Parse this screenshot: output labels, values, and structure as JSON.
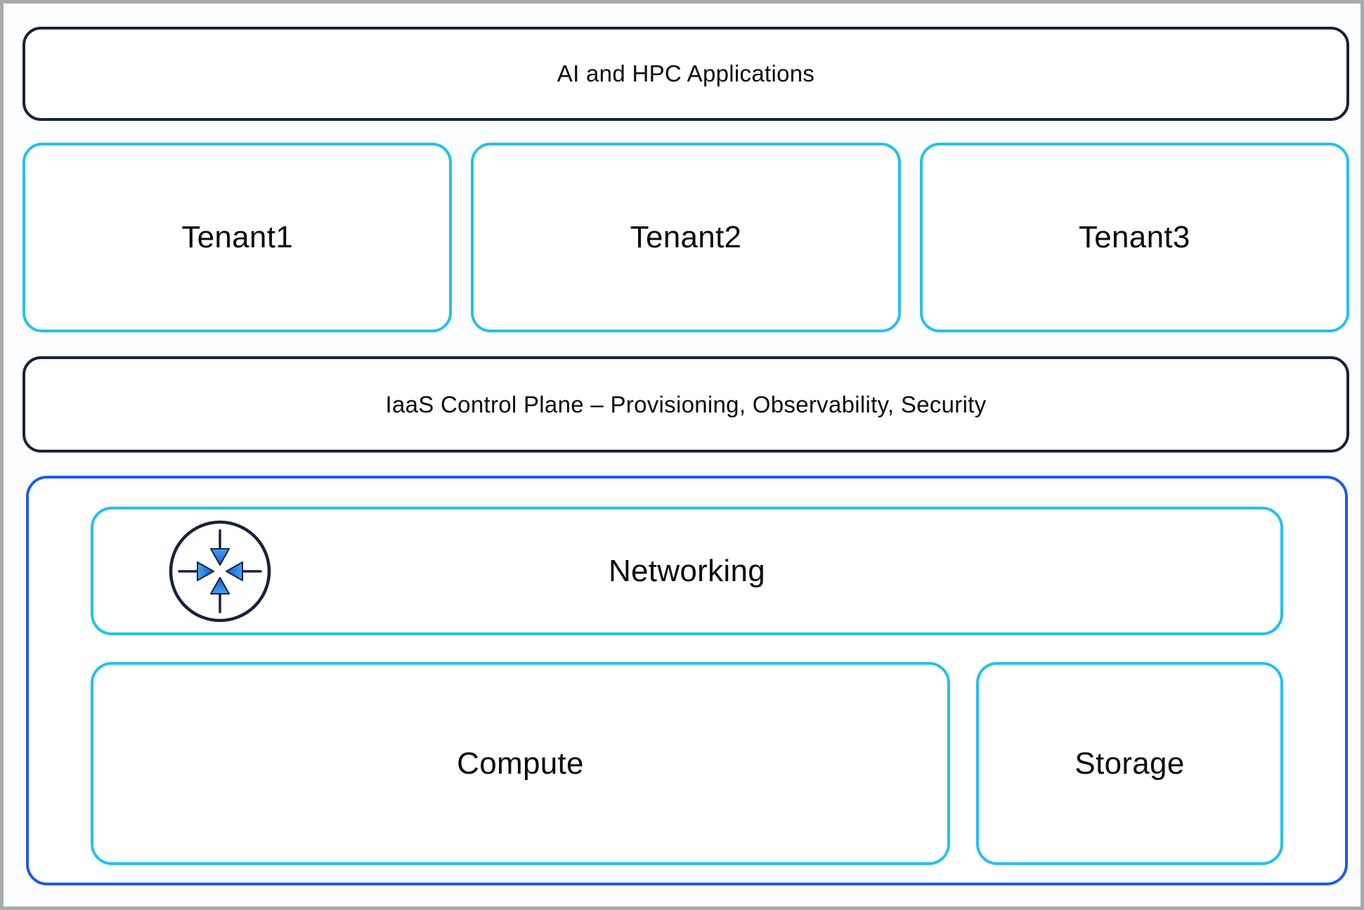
{
  "colors": {
    "frame": "#a7abae",
    "bg": "#fcfdfe",
    "navy": "#16233a",
    "cyan": "#27bff0",
    "blue": "#1e5be6",
    "text": "#0a0a0b",
    "arrow_light": "#47acf5",
    "arrow_dark": "#1851da"
  },
  "layers": {
    "applications": {
      "label": "AI and HPC Applications"
    },
    "tenants": [
      {
        "label": "Tenant1"
      },
      {
        "label": "Tenant2"
      },
      {
        "label": "Tenant3"
      }
    ],
    "control_plane": {
      "label": "IaaS Control Plane – Provisioning, Observability, Security"
    },
    "infrastructure": {
      "networking": {
        "label": "Networking",
        "icon": "inward-arrows-network-icon"
      },
      "compute": {
        "label": "Compute"
      },
      "storage": {
        "label": "Storage"
      }
    }
  }
}
